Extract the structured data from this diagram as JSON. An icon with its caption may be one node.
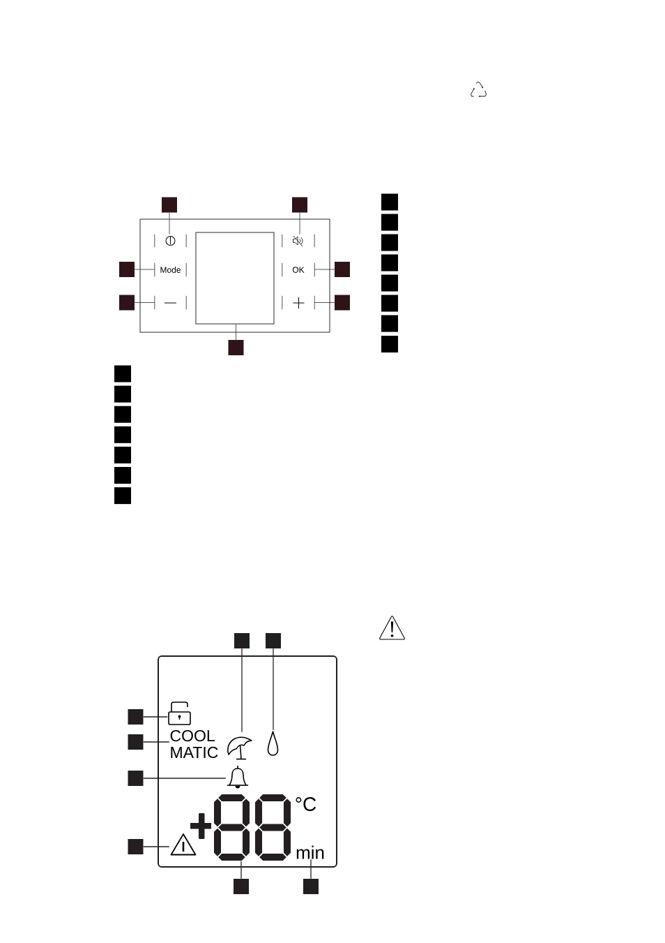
{
  "diagram": {
    "nodes": [
      {
        "text": [],
        "shape": "box"
      },
      {
        "text": [],
        "shape": "box"
      },
      {
        "text": [],
        "shape": "box"
      },
      {
        "text": [],
        "shape": "picture",
        "in": 2
      },
      {
        "text": [],
        "shape": "picture",
        "in": 2
      },
      {
        "text": [],
        "shape": "box"
      },
      {
        "text": [
          "Mode"
        ],
        "in": 2
      },
      {
        "text": [
          "OK"
        ],
        "in": 2
      },
      {
        "text": [],
        "shape": "box"
      },
      {
        "text": [],
        "shape": "box"
      },
      {
        "text": [],
        "shape": "picture",
        "in": 2
      },
      {
        "text": [],
        "shape": "picture",
        "in": 2
      },
      {
        "text": [],
        "shape": "box"
      },
      {
        "text": [],
        "shape": "box",
        "in": 2
      },
      {
        "text": [],
        "shape": "box"
      },
      {
        "text": [],
        "shape": "box"
      },
      {
        "text": [],
        "shape": "box"
      },
      {
        "text": [],
        "shape": "box"
      },
      {
        "text": [],
        "shape": "box"
      },
      {
        "text": [],
        "shape": "box"
      },
      {
        "text": [],
        "shape": "box"
      },
      {
        "text": [],
        "shape": "box"
      },
      {
        "text": [],
        "shape": "box"
      },
      {
        "text": [],
        "shape": "box"
      },
      {
        "text": [],
        "shape": "box"
      },
      {
        "text": [],
        "shape": "box"
      },
      {
        "text": [],
        "shape": "picture",
        "in": 24
      },
      {
        "text": [],
        "shape": "box"
      },
      {
        "text": [
          "COOL MATIC"
        ],
        "in": 24
      },
      {
        "text": [],
        "shape": "picture",
        "in": 24
      },
      {
        "text": [],
        "shape": "picture",
        "in": 24
      },
      {
        "text": [],
        "shape": "box"
      },
      {
        "text": [],
        "shape": "picture",
        "in": 24
      },
      {
        "text": [],
        "shape": "picture",
        "in": 24
      },
      {
        "text": [],
        "shape": "box"
      },
      {
        "text": [],
        "shape": "picture",
        "in": 24
      },
      {
        "text": [
          "min"
        ],
        "in": 24
      },
      {
        "text": [],
        "shape": "box"
      },
      {
        "text": [],
        "shape": "box"
      },
      {
        "text": [],
        "shape": "box"
      },
      {
        "text": [],
        "shape": "box"
      },
      {
        "text": [],
        "shape": "box"
      },
      {
        "text": [],
        "shape": "box"
      },
      {
        "text": [],
        "shape": "box"
      },
      {
        "text": [],
        "shape": "box"
      },
      {
        "text": [],
        "shape": "box"
      },
      {
        "text": [],
        "shape": "box"
      }
    ],
    "edges": [
      {
        "from": 0,
        "to": 3,
        "arrow": "none"
      },
      {
        "from": 1,
        "to": 4,
        "arrow": "none"
      },
      {
        "from": 5,
        "to": 6,
        "arrow": "none"
      },
      {
        "from": 8,
        "to": 7,
        "arrow": "none"
      },
      {
        "from": 9,
        "to": 10,
        "arrow": "none"
      },
      {
        "from": 12,
        "to": 11,
        "arrow": "none"
      },
      {
        "from": 14,
        "to": 13,
        "arrow": "none"
      },
      {
        "from": 22,
        "to": 29,
        "arrow": "none"
      },
      {
        "from": 23,
        "to": 30,
        "arrow": "none"
      },
      {
        "from": 25,
        "to": 26,
        "arrow": "none"
      },
      {
        "from": 27,
        "to": 28,
        "arrow": "none"
      },
      {
        "from": 31,
        "to": 32,
        "arrow": "none"
      },
      {
        "from": 34,
        "to": 35,
        "arrow": "none"
      },
      {
        "from": 37,
        "to": 33,
        "arrow": "none"
      },
      {
        "from": 38,
        "to": 36,
        "arrow": "none"
      }
    ],
    "labels": [
      "°C"
    ]
  }
}
